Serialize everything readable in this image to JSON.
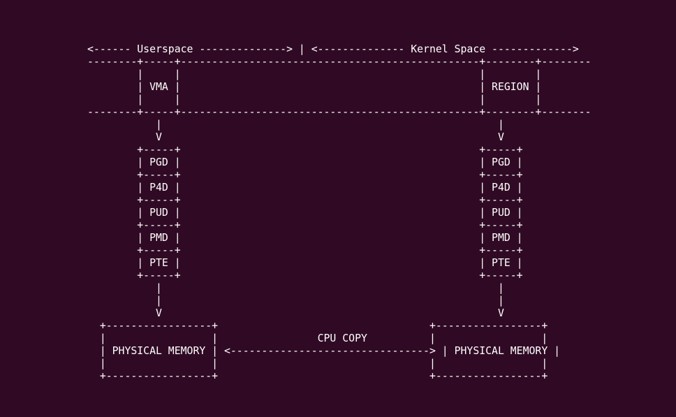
{
  "colors": {
    "background": "#300a24",
    "text": "#ffffff"
  },
  "diagram": {
    "lines": [
      "<------ Userspace --------------> | <-------------- Kernel Space ------------->",
      "--------+-----+------------------------------------------------+--------+--------",
      "        |     |                                                |        |",
      "        | VMA |                                                | REGION |",
      "        |     |                                                |        |",
      "--------+-----+------------------------------------------------+--------+--------",
      "           |                                                      |",
      "           V                                                      V",
      "        +-----+                                                +-----+",
      "        | PGD |                                                | PGD |",
      "        +-----+                                                +-----+",
      "        | P4D |                                                | P4D |",
      "        +-----+                                                +-----+",
      "        | PUD |                                                | PUD |",
      "        +-----+                                                +-----+",
      "        | PMD |                                                | PMD |",
      "        +-----+                                                +-----+",
      "        | PTE |                                                | PTE |",
      "        +-----+                                                +-----+",
      "           |                                                      |",
      "           |                                                      |",
      "           V                                                      V",
      "  +-----------------+                                  +-----------------+",
      "  |                 |                CPU COPY          |                 |",
      "  | PHYSICAL MEMORY | <--------------------------------> | PHYSICAL MEMORY |",
      "  |                 |                                  |                 |",
      "  +-----------------+                                  +-----------------+"
    ]
  }
}
